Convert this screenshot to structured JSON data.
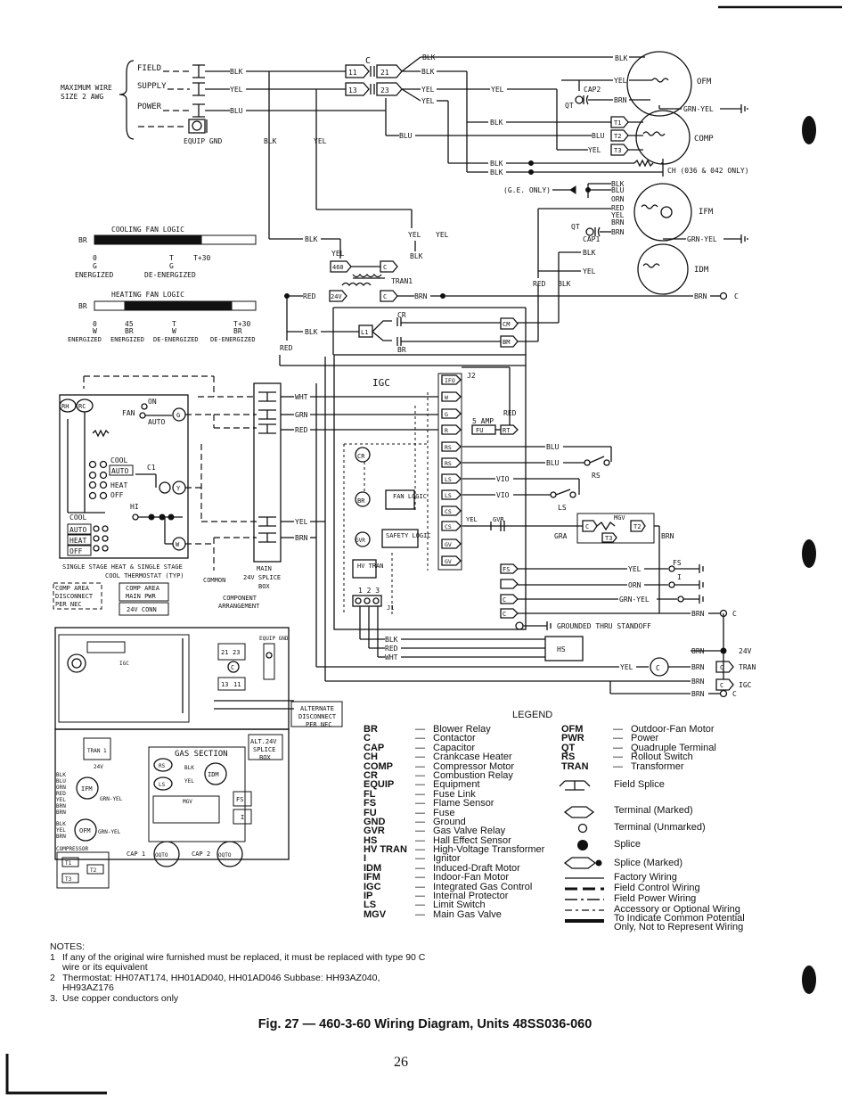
{
  "wiring_labels": {
    "field_supply_power": [
      "FIELD",
      "SUPPLY",
      "POWER"
    ],
    "max_wire": "MAXIMUM WIRE",
    "size": "SIZE 2 AWG",
    "equip_gnd": "EQUIP GND",
    "blk": "BLK",
    "yel": "YEL",
    "blu": "BLU",
    "brn": "BRN",
    "red": "RED",
    "wht": "WHT",
    "grn": "GRN",
    "orn": "ORN",
    "vio": "VIO",
    "grn_yel": "GRN-YEL",
    "c": "C",
    "t11": "11",
    "t21": "21",
    "t13": "13",
    "t23": "23",
    "cap2": "CAP2",
    "cap1": "CAP1",
    "qt": "QT",
    "ofm": "OFM",
    "comp": "COMP",
    "ifm": "IFM",
    "idm": "IDM",
    "ch_note": "CH (036 & 042 ONLY)",
    "ge_only": "(G.E. ONLY)",
    "tran1": "TRAN1",
    "v460": "460",
    "v24": "24V",
    "cr": "CR",
    "br": "BR",
    "l1": "L1",
    "cm": "CM",
    "bm": "BM",
    "igc": "IGC",
    "j2": "J2",
    "j1": "J1",
    "pins": [
      "IFO",
      "W",
      "G",
      "R",
      "RS",
      "RS",
      "LS",
      "LS",
      "CS",
      "CS",
      "GV",
      "GV"
    ],
    "five_amp": "5 AMP",
    "fu": "FU",
    "rt": "RT",
    "fan_logic": "FAN LOGIC",
    "safety_logic": "SAFETY LOGIC",
    "hv_tran": "HV TRAN",
    "gvr": "GVR",
    "rs": "RS",
    "ls": "LS",
    "mgv": "MGV",
    "gra": "GRA",
    "fs": "FS",
    "i": "I",
    "one_two_three": "1 2 3",
    "grounded_standoff": "GROUNDED THRU STANDOFF",
    "hs": "HS",
    "tran": "TRAN",
    "on": "ON",
    "fan": "FAN",
    "auto": "AUTO",
    "cool": "COOL",
    "heat": "HEAT",
    "off": "OFF",
    "hi": "HI",
    "c1": "C1",
    "y": "Y",
    "w": "W",
    "g": "G",
    "rh": "RH",
    "rc": "RC",
    "thermostat_caption": [
      "SINGLE STAGE HEAT & SINGLE STAGE",
      "COOL THERMOSTAT (TYP)"
    ],
    "comp_area_disconnect": [
      "COMP AREA",
      "DISCONNECT",
      "PER NEC"
    ],
    "comp_area_main_pwr": [
      "COMP AREA",
      "MAIN PWR"
    ],
    "v24_conn": "24V CONN",
    "common": "COMMON",
    "main_splice": [
      "MAIN",
      "24V SPLICE",
      "BOX"
    ],
    "component_arrangement": [
      "COMPONENT",
      "ARRANGEMENT"
    ],
    "equip_gnd_small": "EQUIP GND",
    "alternate_disconnect": [
      "ALTERNATE",
      "DISCONNECT",
      "PER NEC"
    ],
    "alt_splice": [
      "ALT.24V",
      "SPLICE",
      "BOX"
    ],
    "gas_section": "GAS SECTION",
    "tran_1": "TRAN 1",
    "v24_small": "24V",
    "compressor": "COMPRESSOR",
    "cap_1": "CAP 1",
    "cap_2": "CAP 2",
    "oqto": "OQTO",
    "t1": "T1",
    "t2": "T2",
    "t3": "T3"
  },
  "fan_logic": {
    "cooling_title": "COOLING FAN LOGIC",
    "cooling_ticks": [
      "0",
      "T",
      "T+30"
    ],
    "cooling_states": [
      "G",
      "G"
    ],
    "cooling_labels": [
      "ENERGIZED",
      "DE-ENERGIZED"
    ],
    "heating_title": "HEATING FAN LOGIC",
    "heating_ticks": [
      "0",
      "45",
      "T",
      "T+30"
    ],
    "heating_states": [
      "W",
      "BR",
      "W",
      "BR"
    ],
    "heating_labels": [
      "ENERGIZED",
      "ENERGIZED",
      "DE-ENERGIZED",
      "DE-ENERGIZED"
    ]
  },
  "legend": {
    "title": "LEGEND",
    "left": [
      {
        "abbr": "BR",
        "desc": "Blower Relay"
      },
      {
        "abbr": "C",
        "desc": "Contactor"
      },
      {
        "abbr": "CAP",
        "desc": "Capacitor"
      },
      {
        "abbr": "CH",
        "desc": "Crankcase Heater"
      },
      {
        "abbr": "COMP",
        "desc": "Compressor Motor"
      },
      {
        "abbr": "CR",
        "desc": "Combustion Relay"
      },
      {
        "abbr": "EQUIP",
        "desc": "Equipment"
      },
      {
        "abbr": "FL",
        "desc": "Fuse Link"
      },
      {
        "abbr": "FS",
        "desc": "Flame Sensor"
      },
      {
        "abbr": "FU",
        "desc": "Fuse"
      },
      {
        "abbr": "GND",
        "desc": "Ground"
      },
      {
        "abbr": "GVR",
        "desc": "Gas Valve Relay"
      },
      {
        "abbr": "HS",
        "desc": "Hall Effect Sensor"
      },
      {
        "abbr": "HV TRAN",
        "desc": "High-Voltage Transformer"
      },
      {
        "abbr": "I",
        "desc": "Ignitor"
      },
      {
        "abbr": "IDM",
        "desc": "Induced-Draft Motor"
      },
      {
        "abbr": "IFM",
        "desc": "Indoor-Fan Motor"
      },
      {
        "abbr": "IGC",
        "desc": "Integrated Gas Control"
      },
      {
        "abbr": "IP",
        "desc": "Internal Protector"
      },
      {
        "abbr": "LS",
        "desc": "Limit Switch"
      },
      {
        "abbr": "MGV",
        "desc": "Main Gas Valve"
      }
    ],
    "right": [
      {
        "abbr": "OFM",
        "desc": "Outdoor-Fan Motor"
      },
      {
        "abbr": "PWR",
        "desc": "Power"
      },
      {
        "abbr": "QT",
        "desc": "Quadruple Terminal"
      },
      {
        "abbr": "RS",
        "desc": "Rollout Switch"
      },
      {
        "abbr": "TRAN",
        "desc": "Transformer"
      }
    ],
    "symbols": {
      "field_splice": "Field Splice",
      "terminal_marked": "Terminal (Marked)",
      "terminal_unmarked": "Terminal (Unmarked)",
      "splice": "Splice",
      "splice_marked": "Splice (Marked)",
      "factory_wiring": "Factory Wiring",
      "field_control_wiring": "Field Control Wiring",
      "field_power_wiring": "Field Power Wiring",
      "accessory_1": "Accessory or Optional Wiring",
      "accessory_2": "To Indicate Common Potential",
      "accessory_3": "Only, Not to Represent Wiring"
    }
  },
  "notes": {
    "title": "NOTES:",
    "items": [
      {
        "num": "1",
        "text": "If any of the original wire furnished must be replaced, it must be replaced with type 90 C wire or its equivalent"
      },
      {
        "num": "2",
        "text": "Thermostat: HH07AT174, HH01AD040, HH01AD046 Subbase: HH93AZ040, HH93AZ176"
      },
      {
        "num": "3.",
        "text": "Use copper conductors only"
      }
    ]
  },
  "caption": "Fig. 27 — 460-3-60 Wiring Diagram, Units 48SS036-060",
  "page_number": "26"
}
